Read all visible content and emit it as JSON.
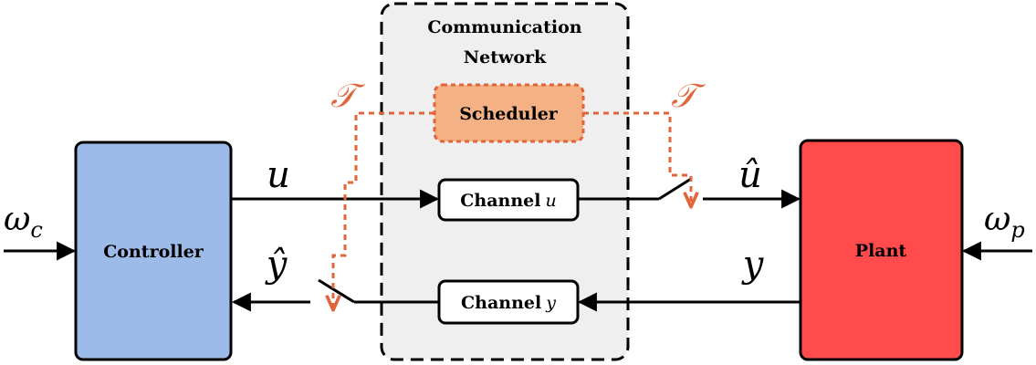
{
  "network": {
    "title_line1": "Communication",
    "title_line2": "Network"
  },
  "scheduler": {
    "label": "Scheduler"
  },
  "controller": {
    "label": "Controller",
    "color": "#9dbbe8"
  },
  "plant": {
    "label": "Plant",
    "color": "#ff4b4b"
  },
  "channel_u": {
    "label": "Channel",
    "var": "u"
  },
  "channel_y": {
    "label": "Channel",
    "var": "y"
  },
  "signals": {
    "u": "u",
    "u_hat": "û",
    "y": "y",
    "y_hat": "ŷ",
    "omega_c_base": "ω",
    "omega_c_sub": "c",
    "omega_p_base": "ω",
    "omega_p_sub": "p",
    "trigger_left": "𝒯",
    "trigger_right": "𝒯"
  },
  "colors": {
    "scheduler_fill": "#f4b183",
    "trigger": "#e2643a",
    "network_fill": "#efefef"
  }
}
